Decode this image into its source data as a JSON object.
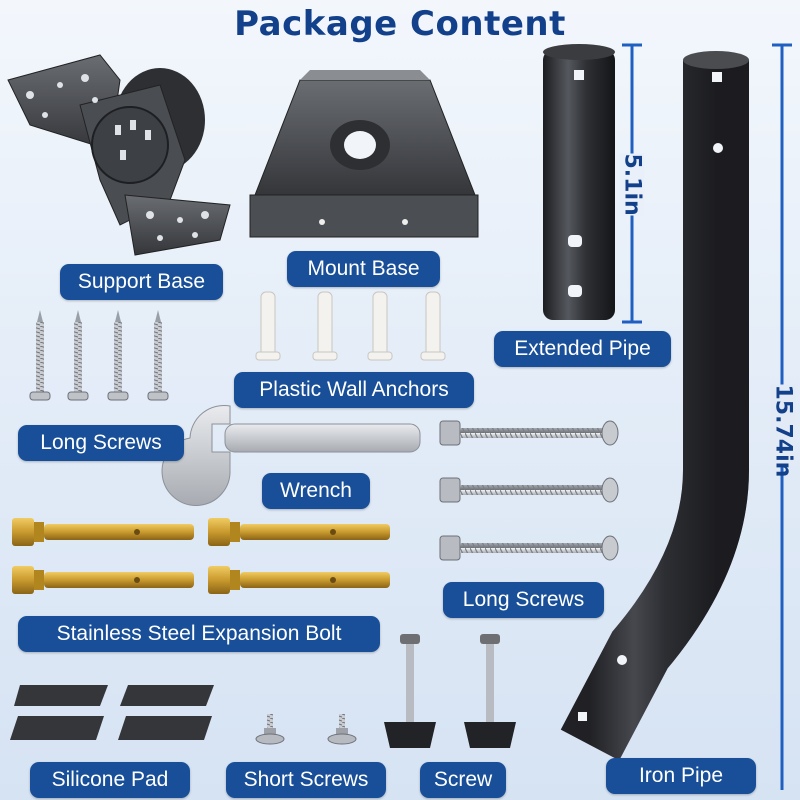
{
  "title": "Package Content",
  "labels": {
    "support_base": "Support Base",
    "mount_base": "Mount Base",
    "extended_pipe": "Extended Pipe",
    "plastic_wall_anchors": "Plastic Wall Anchors",
    "long_screws_left": "Long Screws",
    "wrench": "Wrench",
    "long_screws_right": "Long Screws",
    "expansion_bolt": "Stainless Steel Expansion Bolt",
    "silicone_pad": "Silicone Pad",
    "short_screws": "Short Screws",
    "screw": "Screw",
    "iron_pipe": "Iron Pipe"
  },
  "dimensions": {
    "extended_pipe_length": "5.1in",
    "iron_pipe_length": "15.74in"
  },
  "colors": {
    "label_bg": "#184f98",
    "title": "#12408a",
    "dimension_line": "#1f5fc2",
    "metal_dark": "#2b2d31",
    "brass": "#c99a2e"
  }
}
